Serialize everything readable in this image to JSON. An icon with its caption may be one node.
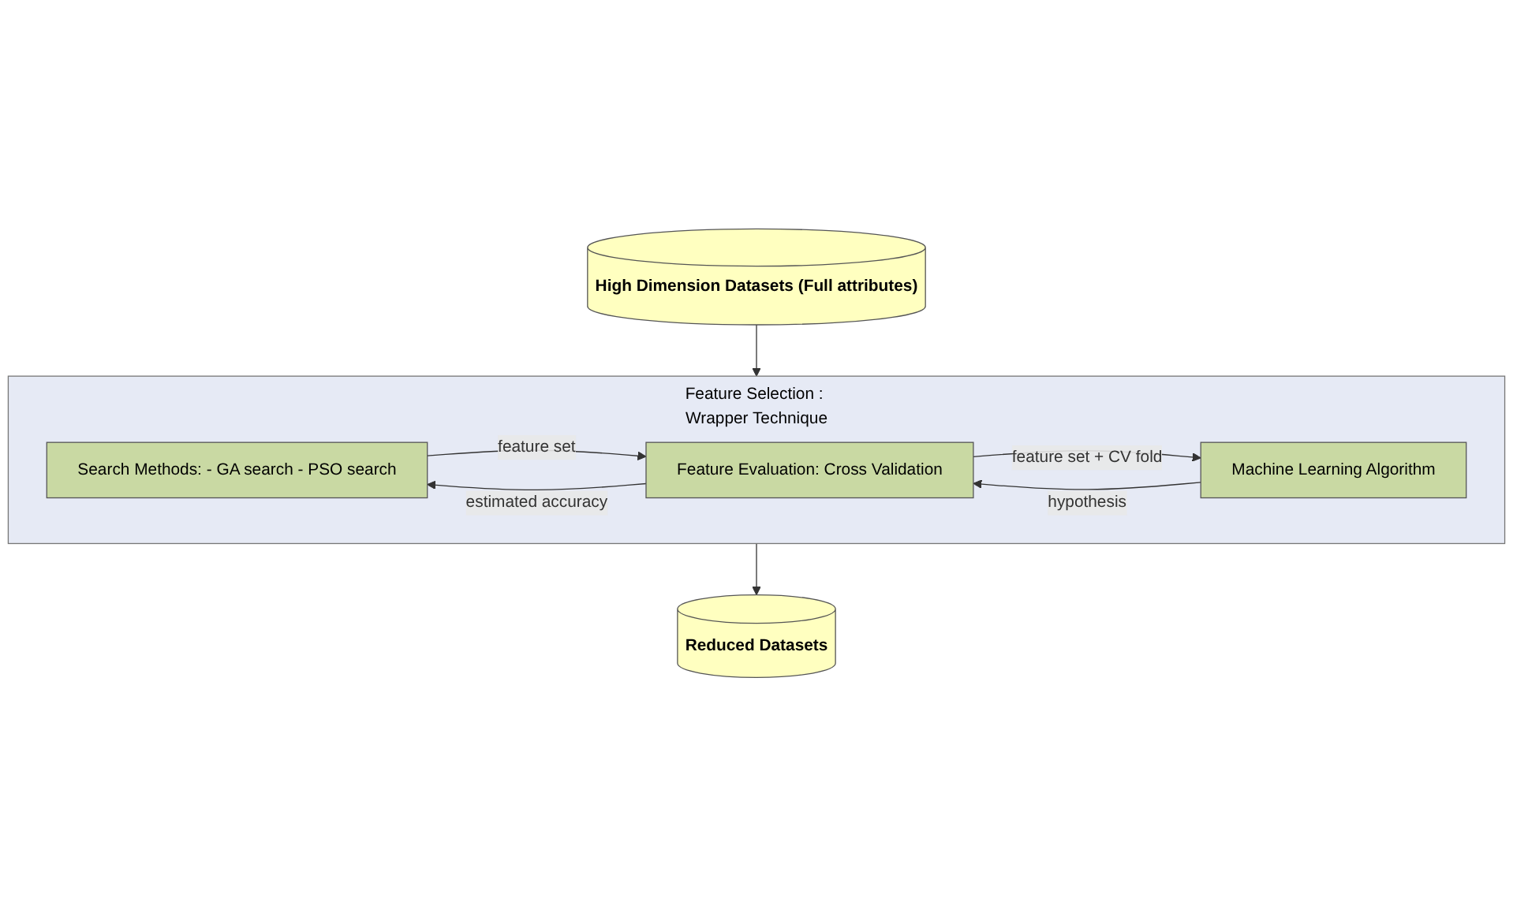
{
  "diagram": {
    "nodes": [
      {
        "text": [
          "High Dimension Datasets (Full attributes)"
        ]
      },
      {
        "text": [
          "Feature Selection : Wrapper Technique"
        ]
      },
      {
        "text": [
          "Search Methods: - GA search - PSO search"
        ],
        "in": 1
      },
      {
        "text": [
          "Feature Evaluation: Cross Validation"
        ],
        "in": 1
      },
      {
        "text": [
          "Machine Learning Algorithm"
        ],
        "in": 1
      },
      {
        "text": [
          "Reduced Datasets"
        ]
      }
    ],
    "edges": [
      {
        "from": 0,
        "to": 1,
        "arrow": "to"
      },
      {
        "from": 2,
        "to": 3,
        "arrow": "to",
        "label": "feature set"
      },
      {
        "from": 3,
        "to": 2,
        "arrow": "to",
        "label": "estimated accuracy"
      },
      {
        "from": 3,
        "to": 4,
        "arrow": "to",
        "label": "feature set + CV fold"
      },
      {
        "from": 4,
        "to": 3,
        "arrow": "to",
        "label": "hypothesis"
      },
      {
        "from": 1,
        "to": 5,
        "arrow": "to"
      }
    ]
  }
}
